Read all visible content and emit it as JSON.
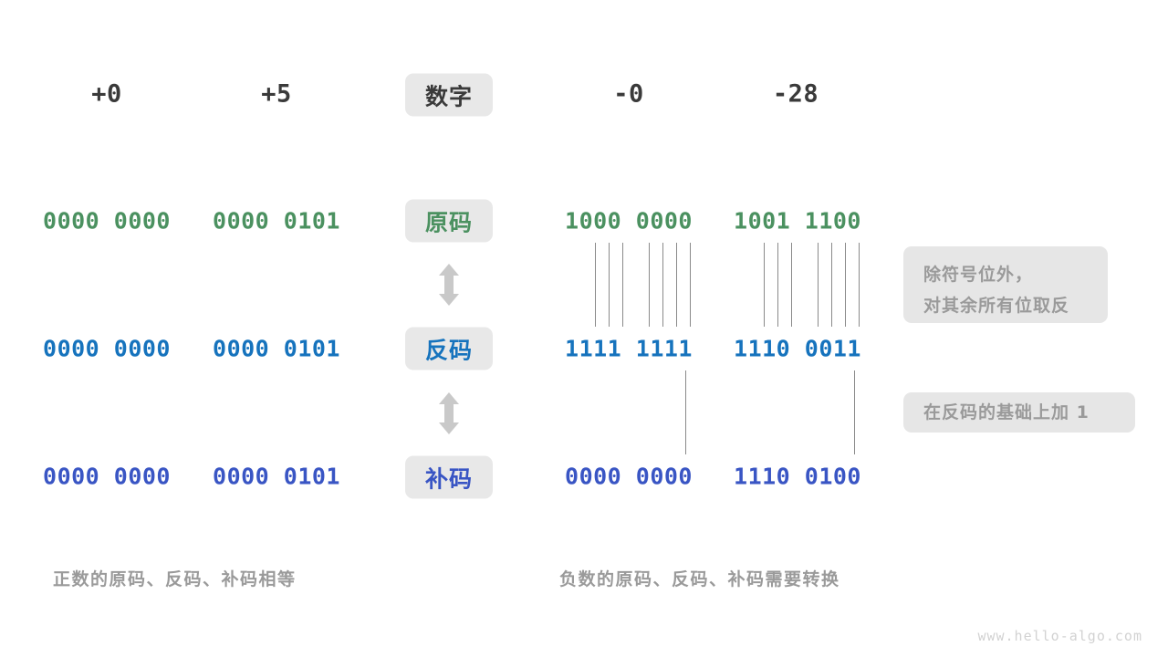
{
  "page": {
    "watermark": "www.hello-algo.com"
  },
  "colors": {
    "green": "#4b9160",
    "blue": "#1673bd",
    "indigo": "#3955c4",
    "chip_bg": "#e8e8e8",
    "note_bg": "#e6e6e6",
    "muted": "#9a9a9a",
    "dark": "#3a3a3a",
    "tick": "#8a8a8a"
  },
  "header": {
    "row_labels_chip": "数字",
    "columns": [
      {
        "value": "+0"
      },
      {
        "value": "+5"
      },
      {
        "value": "-0"
      },
      {
        "value": "-28"
      }
    ]
  },
  "rows": [
    {
      "chip": "原码",
      "chip_color": "green",
      "bits_color": "green",
      "cells": [
        "0000 0000",
        "0000 0101",
        "1000 0000",
        "1001 1100"
      ]
    },
    {
      "chip": "反码",
      "chip_color": "blue",
      "bits_color": "blue",
      "cells": [
        "0000 0000",
        "0000 0101",
        "1111 1111",
        "1110 0011"
      ]
    },
    {
      "chip": "补码",
      "chip_color": "indigo",
      "bits_color": "indigo",
      "cells": [
        "0000 0000",
        "0000 0101",
        "0000 0000",
        "1110 0100"
      ]
    }
  ],
  "notes": [
    {
      "text": "除符号位外，\n对其余所有位取反"
    },
    {
      "text": "在反码的基础上加 1"
    }
  ],
  "captions": [
    {
      "text": "正数的原码、反码、补码相等"
    },
    {
      "text": "负数的原码、反码、补码需要转换"
    }
  ],
  "arrows": [
    {
      "name": "arrow-original-to-ones"
    },
    {
      "name": "arrow-ones-to-twos"
    }
  ]
}
